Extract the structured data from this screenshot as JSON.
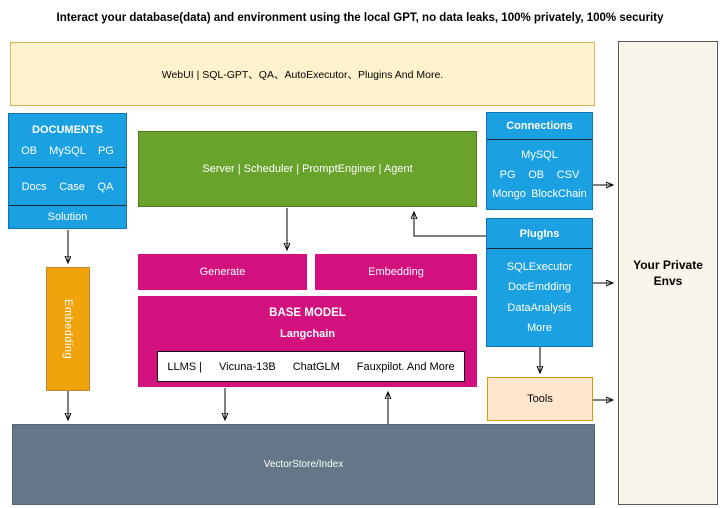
{
  "title": "Interact your database(data) and environment using the local GPT, no data leaks, 100% privately, 100% security",
  "banner": {
    "label": "WebUI | SQL-GPT、QA、AutoExecutor、Plugins And More."
  },
  "documents": {
    "header": "DOCUMENTS",
    "row1": [
      "OB",
      "MySQL",
      "PG"
    ],
    "row2": [
      "Docs",
      "Case",
      "QA"
    ],
    "row3": "Solution"
  },
  "server": {
    "label": "Server | Scheduler  | PromptEnginer   | Agent"
  },
  "connections": {
    "header": "Connections",
    "row1": [
      "MySQL"
    ],
    "row2": [
      "PG",
      "OB",
      "CSV"
    ],
    "row3": [
      "Mongo",
      "BlockChain"
    ]
  },
  "plugins": {
    "header": "PlugIns",
    "items": [
      "SQLExecutor",
      "DocEmdding",
      "DataAnalysis",
      "More"
    ]
  },
  "embedding_left": {
    "label": "Embedding"
  },
  "generate": {
    "label": "Generate"
  },
  "embedding_top": {
    "label": "Embedding"
  },
  "base_model": {
    "title": "BASE MODEL",
    "subtitle": "Langchain",
    "llm_items": [
      "LLMS |",
      "Vicuna-13B",
      "ChatGLM",
      "Fauxpilot. And More"
    ]
  },
  "tools": {
    "label": "Tools"
  },
  "vector_store": {
    "label": "VectorStore/Index"
  },
  "private_envs": {
    "label": "Your Private Envs"
  },
  "colors": {
    "blue": "#1BA1E2",
    "green": "#6AA32C",
    "magenta": "#D2107E",
    "amber": "#F0A30A",
    "banner_fill": "#FFF2CC",
    "banner_border": "#D6B656",
    "tools_fill": "#FFE6CC",
    "tools_border": "#D79B00",
    "gray": "#647687",
    "envs_fill": "#F9F5EA"
  }
}
